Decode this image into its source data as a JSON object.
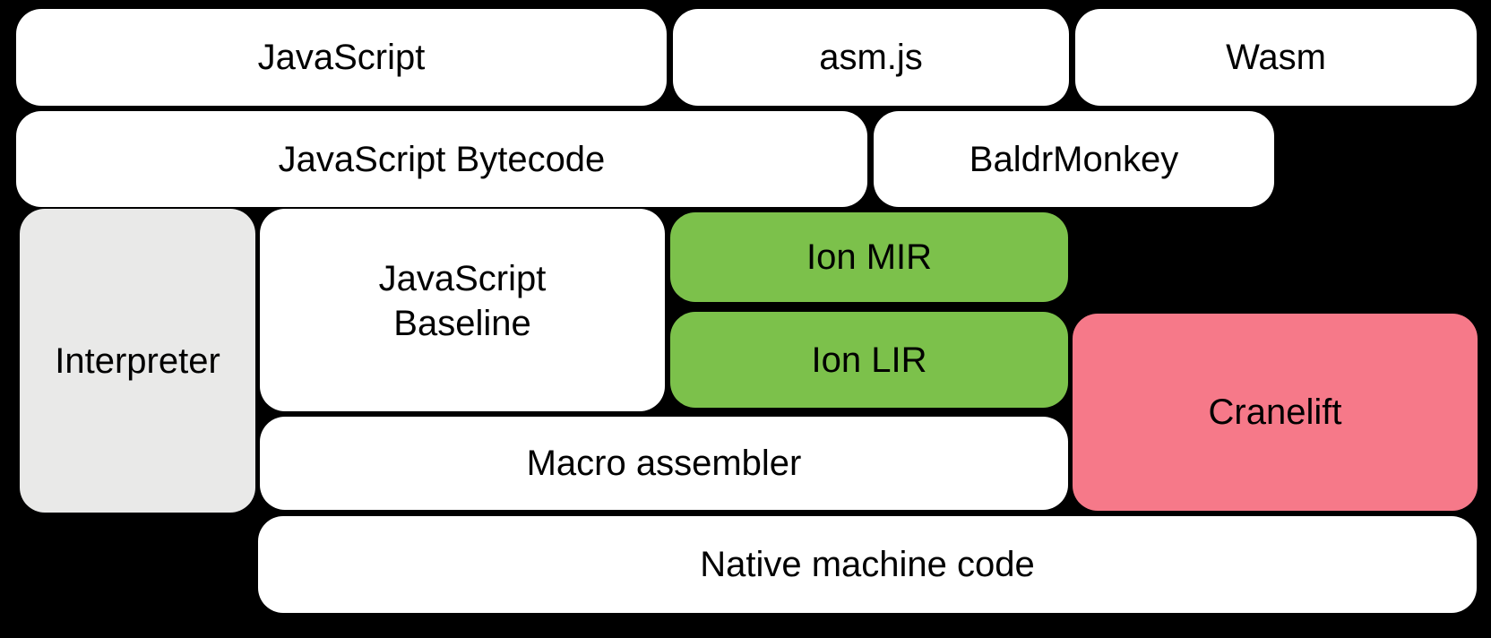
{
  "diagram": {
    "colors": {
      "background": "#000000",
      "box_white": "#ffffff",
      "box_gray": "#e9e9e8",
      "box_green": "#7cc14b",
      "box_pink": "#f67989",
      "text": "#000000"
    },
    "nodes": {
      "javascript": {
        "label": "JavaScript",
        "bg": "#ffffff"
      },
      "asmjs": {
        "label": "asm.js",
        "bg": "#ffffff"
      },
      "wasm": {
        "label": "Wasm",
        "bg": "#ffffff"
      },
      "bytecode": {
        "label": "JavaScript Bytecode",
        "bg": "#ffffff"
      },
      "baldrmonkey": {
        "label": "BaldrMonkey",
        "bg": "#ffffff"
      },
      "interpreter": {
        "label": "Interpreter",
        "bg": "#e9e9e8"
      },
      "baseline": {
        "label": "JavaScript Baseline",
        "line1": "JavaScript",
        "line2": "Baseline",
        "bg": "#ffffff"
      },
      "ion_mir": {
        "label": "Ion MIR",
        "bg": "#7cc14b"
      },
      "ion_lir": {
        "label": "Ion LIR",
        "bg": "#7cc14b"
      },
      "cranelift": {
        "label": "Cranelift",
        "bg": "#f67989"
      },
      "macro_assembler": {
        "label": "Macro assembler",
        "bg": "#ffffff"
      },
      "native_code": {
        "label": "Native machine code",
        "bg": "#ffffff"
      }
    }
  }
}
